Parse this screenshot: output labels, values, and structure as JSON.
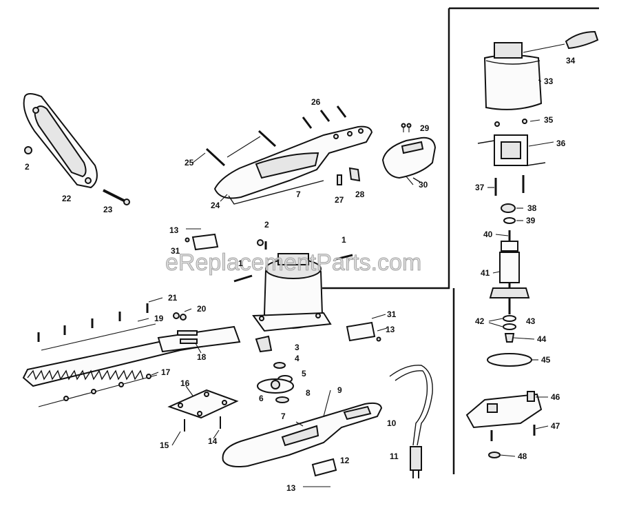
{
  "watermark": "eReplacementParts.com",
  "labels": {
    "p1a": "1",
    "p1b": "1",
    "p2a": "2",
    "p2b": "2",
    "p3": "3",
    "p4": "4",
    "p5": "5",
    "p6": "6",
    "p7a": "7",
    "p7b": "7",
    "p8": "8",
    "p9": "9",
    "p10": "10",
    "p11": "11",
    "p12": "12",
    "p13a": "13",
    "p13b": "13",
    "p13c": "13",
    "p14": "14",
    "p15": "15",
    "p16": "16",
    "p17": "17",
    "p18": "18",
    "p19": "19",
    "p20": "20",
    "p21": "21",
    "p22": "22",
    "p23": "23",
    "p24": "24",
    "p25": "25",
    "p26": "26",
    "p27": "27",
    "p28": "28",
    "p29": "29",
    "p30": "30",
    "p31a": "31",
    "p31b": "31",
    "p33": "33",
    "p34": "34",
    "p35": "35",
    "p36": "36",
    "p37": "37",
    "p38": "38",
    "p39": "39",
    "p40": "40",
    "p41": "41",
    "p42": "42",
    "p43": "43",
    "p44": "44",
    "p45": "45",
    "p46": "46",
    "p47": "47",
    "p48": "48"
  },
  "icons": {
    "handle": "d-handle-icon",
    "blade": "hedge-blade-icon",
    "motor": "motor-housing-icon",
    "cord": "power-cord-icon",
    "armature": "armature-icon"
  }
}
